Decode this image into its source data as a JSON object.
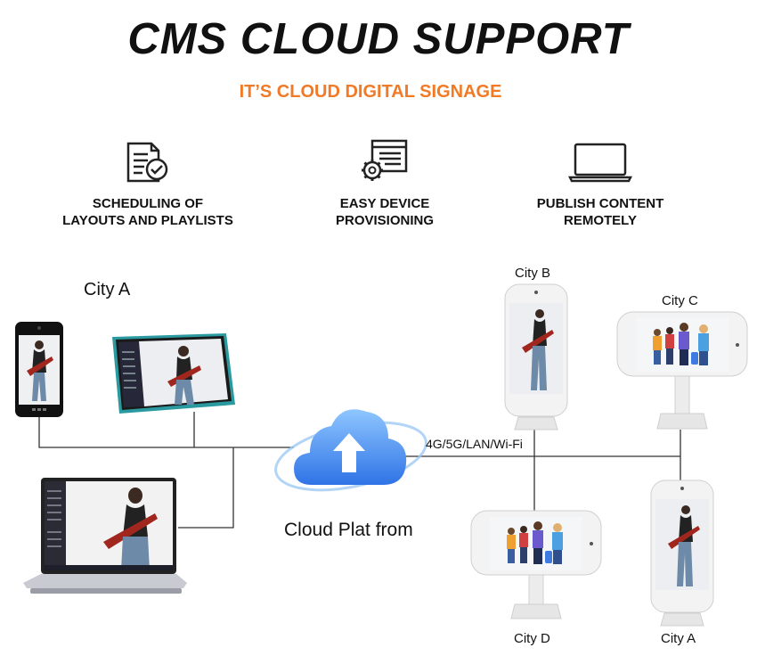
{
  "header": {
    "title": "CMS CLOUD SUPPORT",
    "subtitle": "IT’S CLOUD DIGITAL SIGNAGE"
  },
  "features": [
    {
      "icon": "schedule-document-icon",
      "line1": "SCHEDULING OF",
      "line2": "LAYOUTS AND PLAYLISTS"
    },
    {
      "icon": "device-settings-icon",
      "line1": "EASY DEVICE",
      "line2": "PROVISIONING"
    },
    {
      "icon": "laptop-icon",
      "line1": "PUBLISH CONTENT",
      "line2": "REMOTELY"
    }
  ],
  "diagram": {
    "left_group_label": "City A",
    "network_label": "4G/5G/LAN/Wi-Fi",
    "cloud_label": "Cloud Plat from",
    "kiosks": [
      {
        "label": "City B",
        "orientation": "portrait"
      },
      {
        "label": "City C",
        "orientation": "landscape"
      },
      {
        "label": "City D",
        "orientation": "landscape"
      },
      {
        "label": "City A",
        "orientation": "portrait"
      }
    ],
    "client_devices": [
      "smartphone",
      "tablet",
      "laptop"
    ]
  },
  "colors": {
    "accent": "#f07a26",
    "text": "#111111",
    "cloud_blue": "#3d8cf0",
    "kiosk_white": "#f3f3f3"
  }
}
